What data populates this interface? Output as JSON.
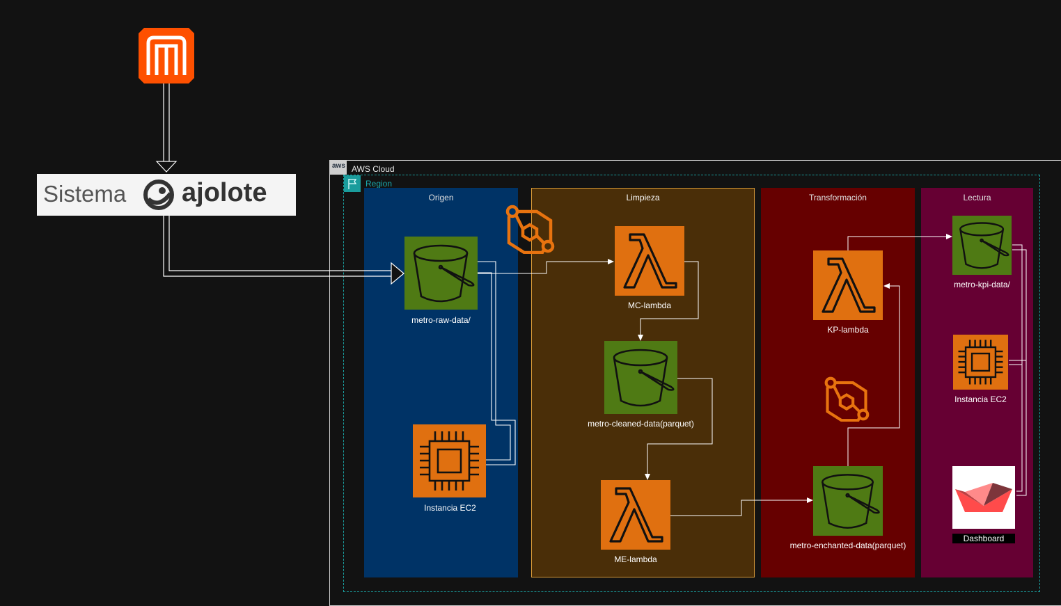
{
  "sistema": {
    "prefix": "Sistema",
    "brand": "ajolote"
  },
  "cloud": {
    "badge": "aws",
    "label": "AWS Cloud"
  },
  "region": {
    "label": "Region"
  },
  "columns": {
    "origen": "Origen",
    "limpieza": "Limpieza",
    "transformacion": "Transformación",
    "lectura": "Lectura"
  },
  "nodes": {
    "raw_bucket": "metro-raw-data/",
    "ec2_origen": "Instancia EC2",
    "mc_lambda": "MC-lambda",
    "cleaned_bucket": "metro-cleaned-data(parquet)",
    "me_lambda": "ME-lambda",
    "kp_lambda": "KP-lambda",
    "enchanted_bucket": "metro-enchanted-data(parquet)",
    "kpi_bucket": "metro-kpi-data/",
    "ec2_lectura": "Instancia EC2",
    "dashboard": "Dashboard"
  },
  "colors": {
    "origen": "#003366",
    "limpieza": "#4a2e08",
    "transformacion": "#660000",
    "lectura": "#660033",
    "s3": "#4f7a14",
    "compute": "#e07010",
    "region_border": "#1a9c9c"
  },
  "icons": [
    "metro-logo-icon",
    "ajolote-logo-icon",
    "aws-logo-icon",
    "region-flag-icon",
    "s3-bucket-icon",
    "lambda-icon",
    "ec2-chip-icon",
    "glue-workflow-icon",
    "streamlit-icon"
  ]
}
